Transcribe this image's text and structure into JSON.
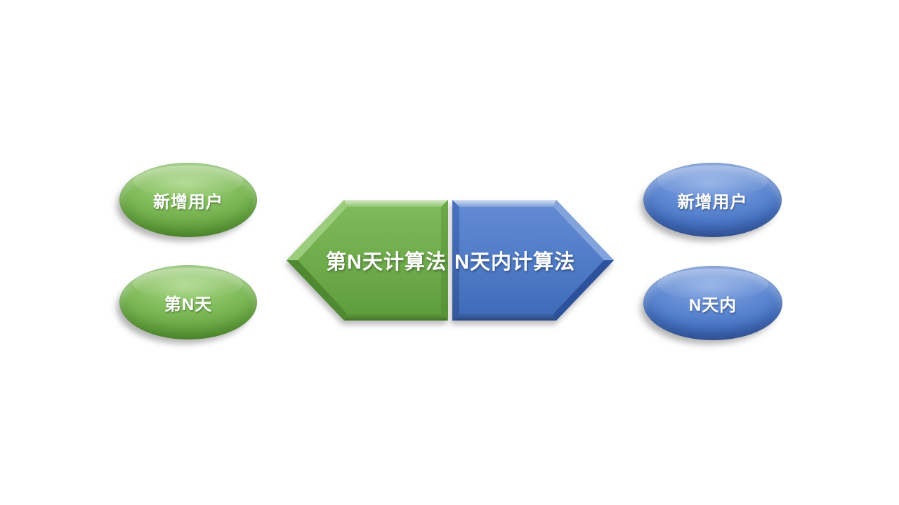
{
  "slide": {
    "background": "#ffffff",
    "text_color": "#ffffff",
    "left_flow": {
      "theme_color": "#70AD47",
      "top_ellipse_label": "新增用户",
      "bottom_ellipse_label": "第N天",
      "arrow_label": "第N天计算法",
      "arrow_direction": "left"
    },
    "right_flow": {
      "theme_color": "#4472C4",
      "top_ellipse_label": "新增用户",
      "bottom_ellipse_label": "N天内",
      "arrow_label": "N天内计算法",
      "arrow_direction": "right"
    }
  }
}
